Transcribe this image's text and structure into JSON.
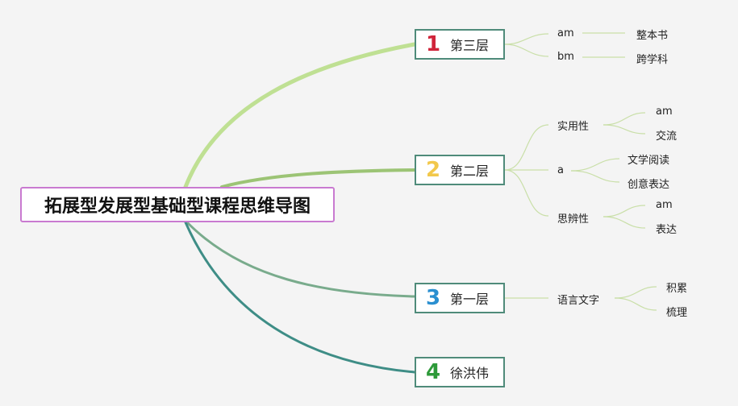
{
  "root": {
    "label": "拓展型发展型基础型课程思维导图"
  },
  "branches": [
    {
      "number": "1",
      "number_color": "#d0243a",
      "label": "第三层",
      "edge_color": "#bfe093",
      "children": [
        {
          "label": "am",
          "children": [
            {
              "label": "整本书"
            }
          ]
        },
        {
          "label": "bm",
          "children": [
            {
              "label": "跨学科"
            }
          ]
        }
      ]
    },
    {
      "number": "2",
      "number_color": "#f2c84b",
      "label": "第二层",
      "edge_color": "#9cc475",
      "children": [
        {
          "label": "实用性",
          "children": [
            {
              "label": "am"
            },
            {
              "label": "交流"
            }
          ]
        },
        {
          "label": "a",
          "children": [
            {
              "label": "文学阅读"
            },
            {
              "label": "创意表达"
            }
          ]
        },
        {
          "label": "思辨性",
          "children": [
            {
              "label": "am"
            },
            {
              "label": "表达"
            }
          ]
        }
      ]
    },
    {
      "number": "3",
      "number_color": "#2a8fd0",
      "label": "第一层",
      "edge_color": "#79ab8c",
      "children": [
        {
          "label": "语言文字",
          "children": [
            {
              "label": "积累"
            },
            {
              "label": "梳理"
            }
          ]
        }
      ]
    },
    {
      "number": "4",
      "number_color": "#2e9a3a",
      "label": "徐洪伟",
      "edge_color": "#3e8d86",
      "children": []
    }
  ],
  "colors": {
    "leaf_edge": "#c9dfa8",
    "root_border": "#c97ad0",
    "branch_border": "#4f8b7a"
  }
}
